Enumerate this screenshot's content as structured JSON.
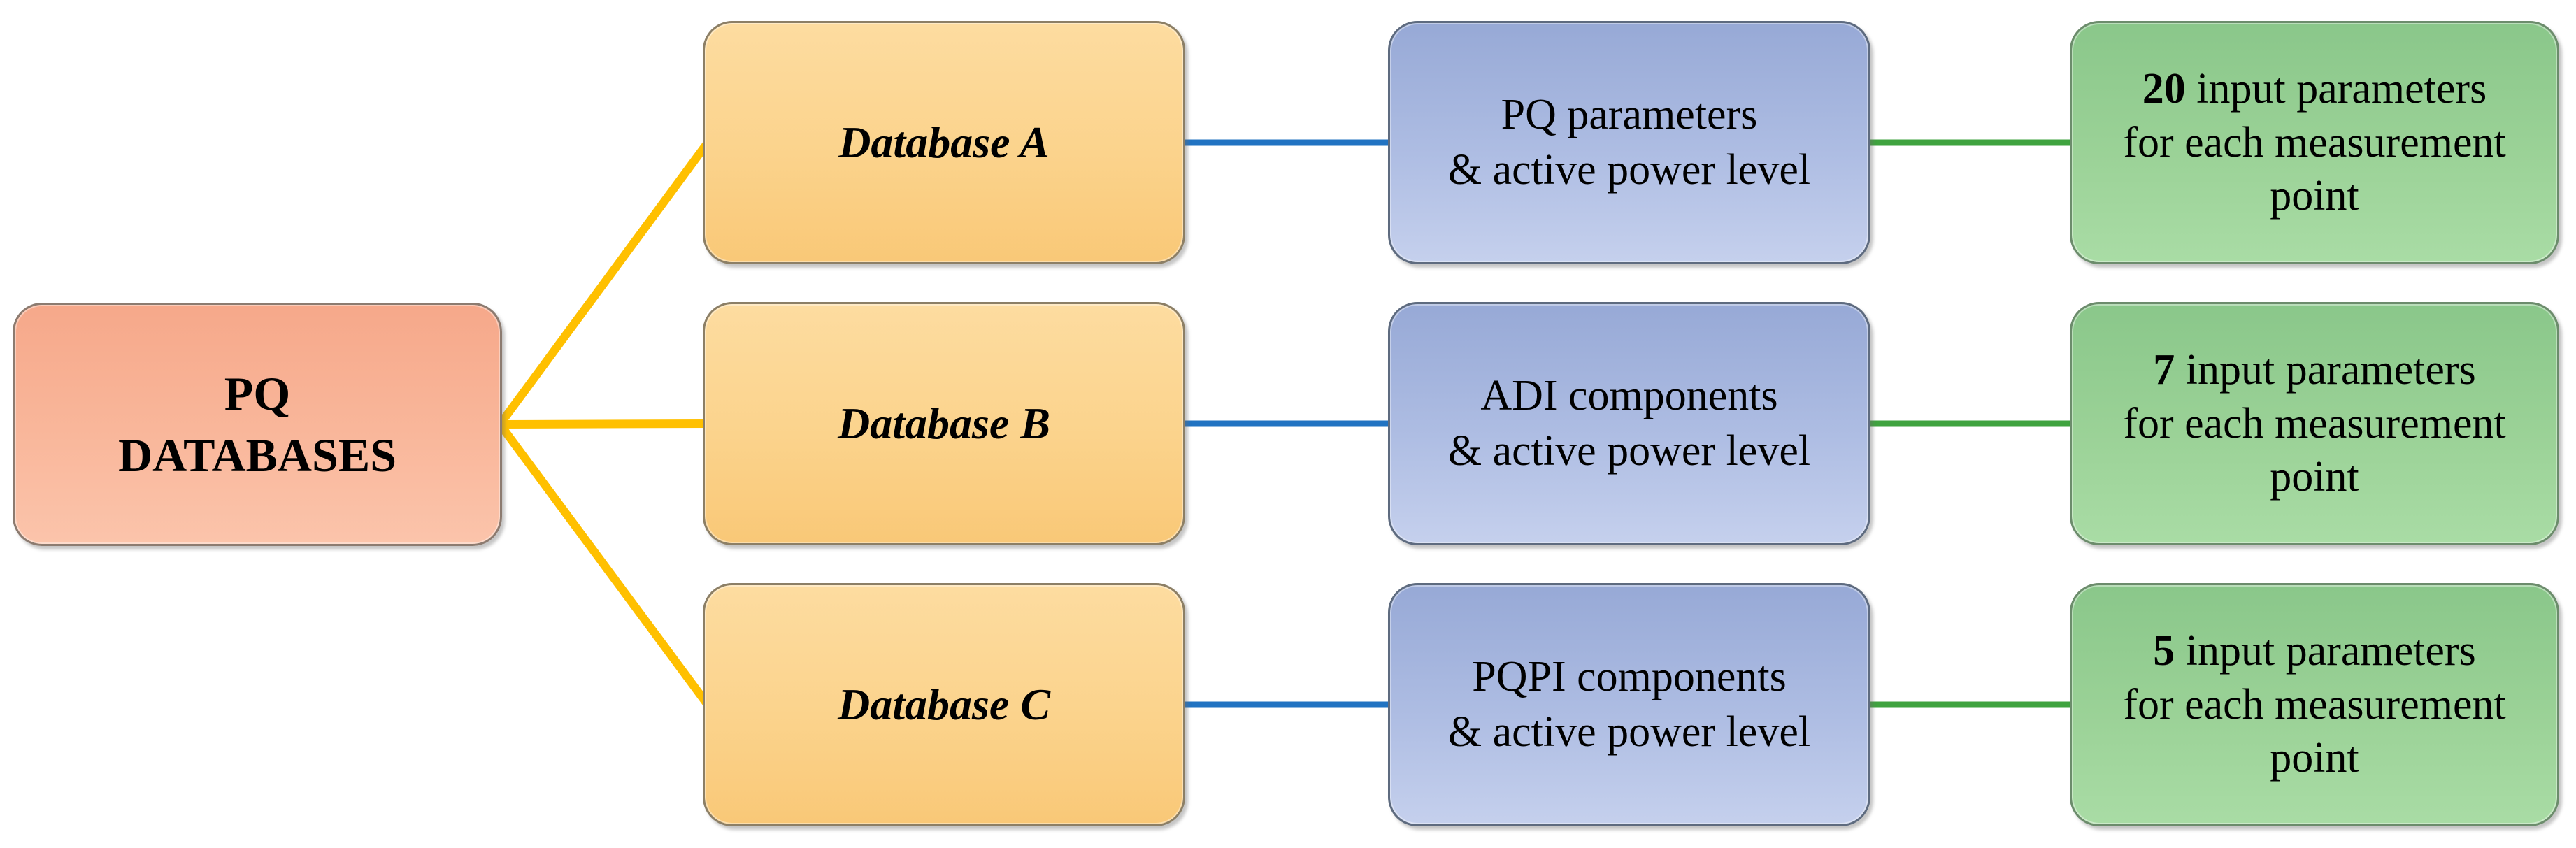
{
  "palette": {
    "background": "#FFFFFF",
    "text": "#000000",
    "root_fill_top": "#F6A88A",
    "root_fill_bottom": "#FBC4AB",
    "root_border": "#8C7B70",
    "database_fill_top": "#FDDCA0",
    "database_fill_bottom": "#F9C877",
    "database_border": "#8C7F66",
    "param_fill_top": "#97A9D6",
    "param_fill_bottom": "#C5D0ED",
    "param_border": "#5E6B7F",
    "output_fill_top": "#8AC78A",
    "output_fill_bottom": "#A9DCA5",
    "output_border": "#6C8C6C",
    "connector_gold": "#FFC000",
    "connector_blue": "#2173C2",
    "connector_green": "#3FA33F"
  },
  "root": {
    "line1": "PQ",
    "line2": "DATABASES"
  },
  "rows": [
    {
      "database": "Database A",
      "parameters_line1": "PQ parameters",
      "parameters_line2": "& active power level",
      "output_count": "20",
      "output_line1_rest": " input parameters",
      "output_line2": "for each measurement",
      "output_line3": "point"
    },
    {
      "database": "Database B",
      "parameters_line1": "ADI components",
      "parameters_line2": "& active power level",
      "output_count": "7",
      "output_line1_rest": " input parameters",
      "output_line2": "for each measurement",
      "output_line3": "point"
    },
    {
      "database": "Database C",
      "parameters_line1": "PQPI components",
      "parameters_line2": "& active power level",
      "output_count": "5",
      "output_line1_rest": " input parameters",
      "output_line2": "for each measurement",
      "output_line3": "point"
    }
  ]
}
